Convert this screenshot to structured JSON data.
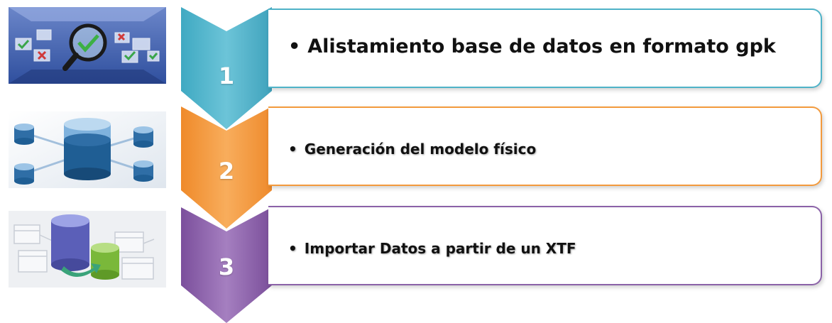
{
  "steps": [
    {
      "number": "1",
      "bullet": "•",
      "text": "Alistamiento base de datos en formato gpk",
      "color": "#4fb3c8",
      "icon": "database-validation-icon"
    },
    {
      "number": "2",
      "bullet": "•",
      "text": "Generación del modelo físico",
      "color": "#f39a3c",
      "icon": "database-network-icon"
    },
    {
      "number": "3",
      "bullet": "•",
      "text": "Importar Datos a partir de un XTF",
      "color": "#8b62a8",
      "icon": "database-import-icon"
    }
  ]
}
